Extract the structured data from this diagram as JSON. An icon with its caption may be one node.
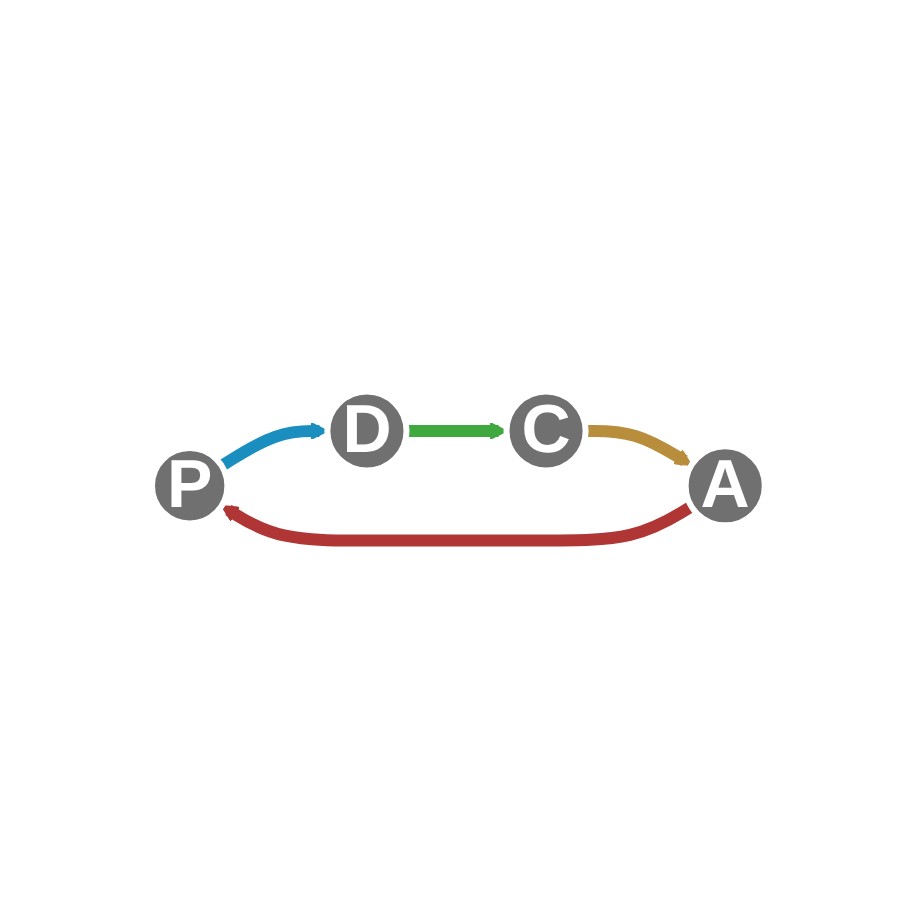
{
  "diagram": {
    "nodes": [
      {
        "text": [
          "P"
        ]
      },
      {
        "text": [
          "D"
        ]
      },
      {
        "text": [
          "C"
        ]
      },
      {
        "text": [
          "A"
        ]
      }
    ],
    "edges": [
      {
        "from": 0,
        "to": 1,
        "arrow": "to",
        "color": "#1a8fbf"
      },
      {
        "from": 1,
        "to": 2,
        "arrow": "to",
        "color": "#3fa83f"
      },
      {
        "from": 2,
        "to": 3,
        "arrow": "to",
        "color": "#b88d3c"
      },
      {
        "from": 3,
        "to": 0,
        "arrow": "to",
        "color": "#b03535"
      }
    ]
  }
}
